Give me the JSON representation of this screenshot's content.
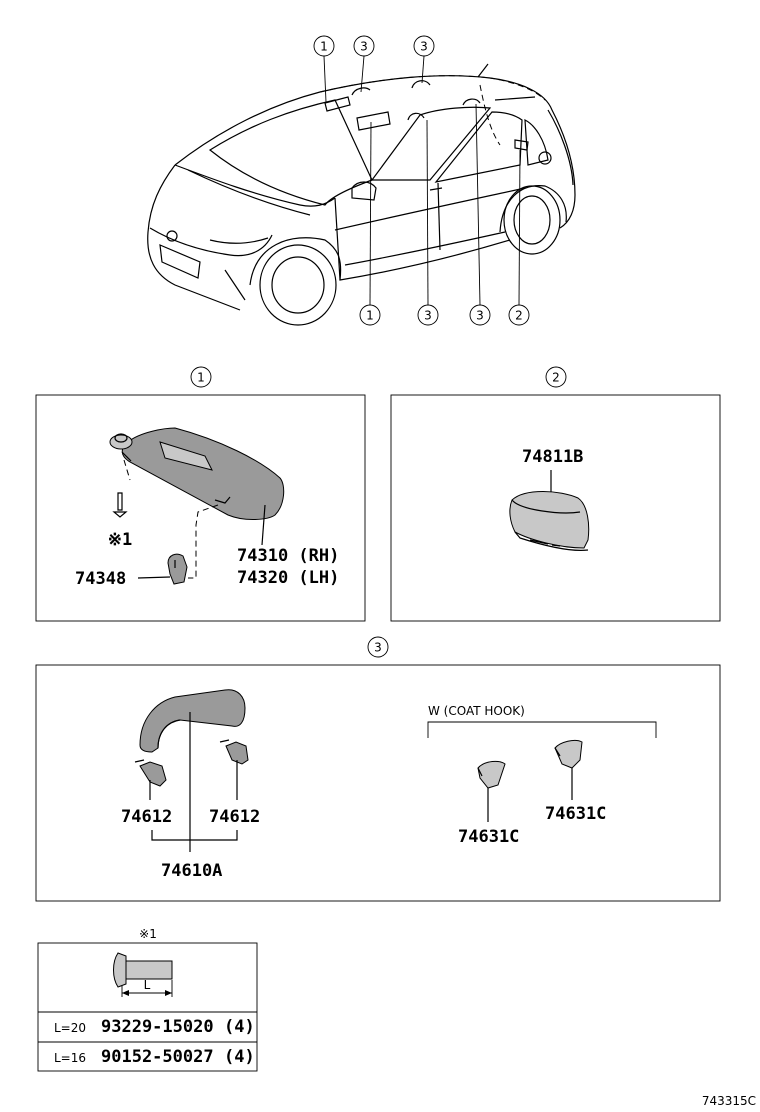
{
  "car_callouts": {
    "top": [
      "1",
      "3",
      "3"
    ],
    "bottom": [
      "1",
      "3",
      "3",
      "2"
    ]
  },
  "section_labels": {
    "sun_visor": "1",
    "coat_hook_cap": "2",
    "assist_grip": "3"
  },
  "sun_visor": {
    "parts": [
      "74310 (RH)",
      "74320 (LH)"
    ],
    "holder": "74348",
    "note": "※1"
  },
  "coat_hook_cap": {
    "part": "74811B"
  },
  "assist_grip": {
    "grip_assembly": "74610A",
    "caps": [
      "74612",
      "74612"
    ],
    "group_label": "W (COAT HOOK)",
    "hooks": [
      "74631C",
      "74631C"
    ]
  },
  "screw_table": {
    "note": "※1",
    "dimension_label": "L",
    "rows": [
      {
        "length": "L=20",
        "part": "93229-15020",
        "qty": "(4)"
      },
      {
        "length": "L=16",
        "part": "90152-50027",
        "qty": "(4)"
      }
    ]
  },
  "figure_id": "743315C"
}
